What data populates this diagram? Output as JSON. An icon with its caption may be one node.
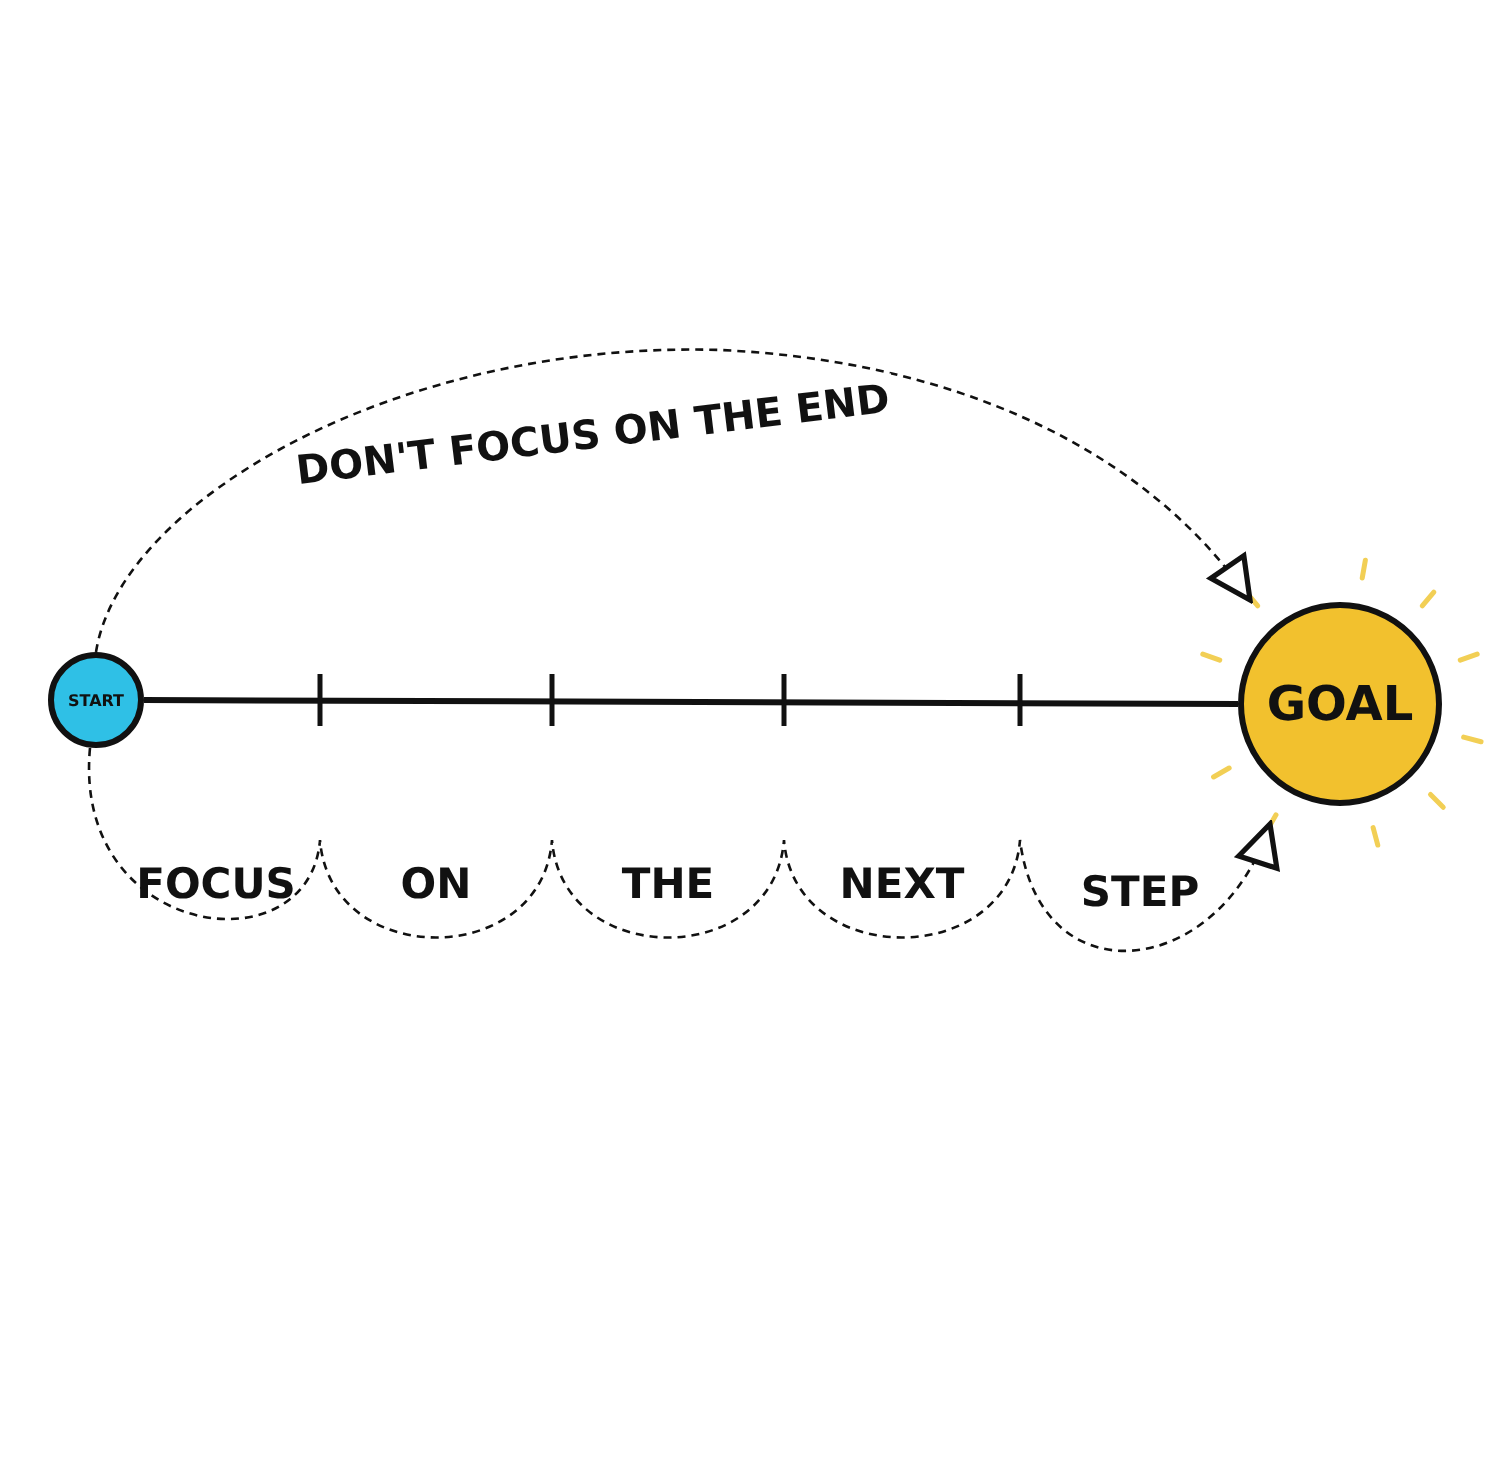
{
  "diagram": {
    "nodes": [
      {
        "text": [
          "START"
        ]
      },
      {
        "text": [
          "GOAL"
        ]
      }
    ],
    "edges": [
      {
        "from": 0,
        "to": 1,
        "arrow": "none",
        "style": "thick"
      },
      {
        "from": 0,
        "to": 1,
        "arrow": "to",
        "style": "dashed",
        "label": "DON'T FOCUS ON THE END"
      },
      {
        "from": 0,
        "to": 1,
        "arrow": "to",
        "style": "dashed"
      }
    ],
    "labels": [
      "FOCUS",
      "ON",
      "THE",
      "NEXT",
      "STEP"
    ]
  }
}
